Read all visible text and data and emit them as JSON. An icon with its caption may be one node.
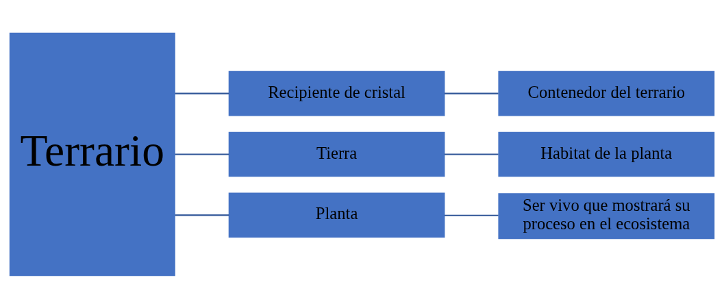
{
  "diagram": {
    "nodes": [
      {
        "text": [
          "Terrario"
        ]
      },
      {
        "text": [
          "Recipiente de cristal"
        ]
      },
      {
        "text": [
          "Tierra"
        ]
      },
      {
        "text": [
          "Planta"
        ]
      },
      {
        "text": [
          "Contenedor del terrario"
        ]
      },
      {
        "text": [
          "Habitat de la planta"
        ]
      },
      {
        "text": [
          "Ser vivo que mostrará su proceso en el ecosistema"
        ]
      }
    ],
    "edges": [
      {
        "from": 0,
        "to": 1,
        "arrow": "none"
      },
      {
        "from": 0,
        "to": 2,
        "arrow": "none"
      },
      {
        "from": 0,
        "to": 3,
        "arrow": "none"
      },
      {
        "from": 1,
        "to": 4,
        "arrow": "none"
      },
      {
        "from": 2,
        "to": 5,
        "arrow": "none"
      },
      {
        "from": 3,
        "to": 6,
        "arrow": "none"
      }
    ]
  }
}
